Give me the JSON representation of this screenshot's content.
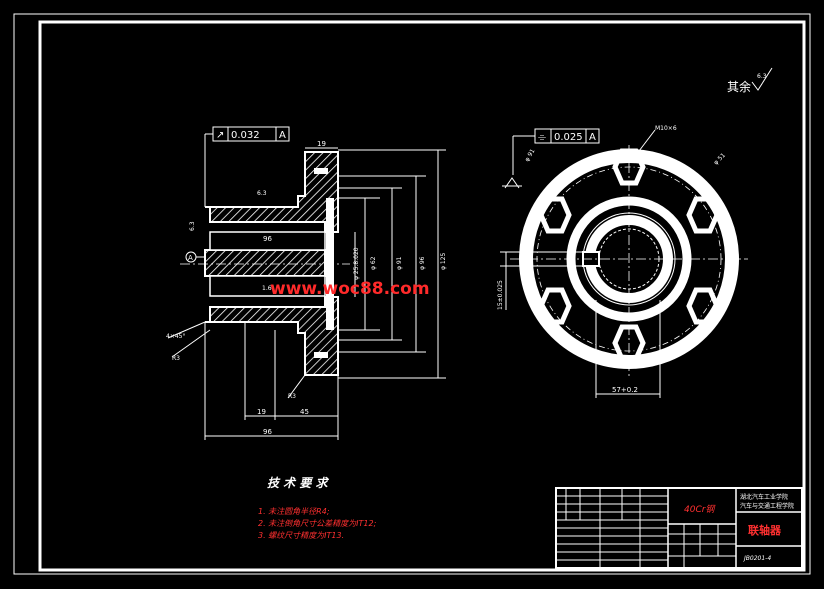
{
  "surface_note": "其余",
  "surface_value": "6.3",
  "watermark": "www.woc88.com",
  "front_view": {
    "tolerance_frame": {
      "symbol": "↗",
      "value": "0.032",
      "datum": "A"
    },
    "datum_label": "A",
    "dims": {
      "flange_width": "19",
      "bore_length": "96",
      "chamfer_small": "6.3",
      "chamfer_left": "6.3",
      "edge_note": "4×45°",
      "fillet_r1": "R3",
      "fillet_r2": "R3",
      "length_19": "19",
      "length_45": "45",
      "length_96": "96",
      "step": "1.6",
      "dia_1": "φ 25.8.020",
      "dia_2": "φ 62",
      "dia_3": "φ 91",
      "dia_4": "φ 96",
      "dia_5": "φ 125"
    }
  },
  "side_view": {
    "tolerance_frame": {
      "symbol": "⌯",
      "value": "0.025",
      "datum": "A"
    },
    "hole_note": "M10×6",
    "dia_left": "φ 91",
    "dia_right": "φ 51",
    "keyway_dim": "57+0.2",
    "vertical_dim": "15±0.025"
  },
  "tech_requirements": {
    "title": "技 术 要 求",
    "items": [
      "1. 未注圆角半径R4;",
      "2. 未注倒角尺寸公差精度为IT12;",
      "3. 螺纹尺寸精度为IT13."
    ]
  },
  "title_block": {
    "material": "40Cr钢",
    "school_line1": "湖北汽车工业学院",
    "school_line2": "汽车与交通工程学院",
    "part_name": "联轴器",
    "drawing_no": "JB0201-4"
  }
}
